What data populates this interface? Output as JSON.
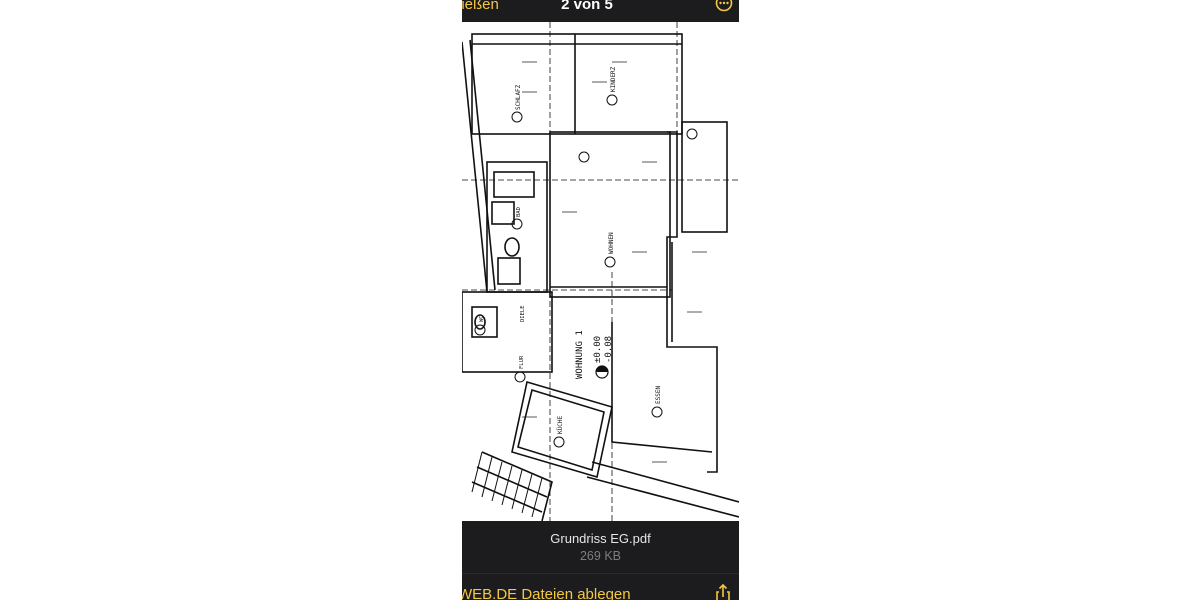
{
  "header": {
    "close_label": "ließen",
    "page_counter": "2 von 5",
    "more_icon": "ellipsis-circle-icon"
  },
  "document": {
    "type": "floor-plan",
    "room_labels": {
      "schlafz": "SCHLAFZ",
      "kinderz": "KINDERZ",
      "wohnen": "WOHNEN",
      "bad": "BAD",
      "wc": "WC",
      "diele": "DIELE",
      "flur": "FLUR",
      "essen": "ESSEN",
      "kueche": "KÜCHE"
    },
    "unit_label": "WOHNUNG 1",
    "level_plus": "±0.00",
    "level_minus": "-0.08"
  },
  "file": {
    "name": "Grundriss EG.pdf",
    "size": "269 KB"
  },
  "footer": {
    "save_label": "WEB.DE Dateien ablegen",
    "share_icon": "share-icon"
  },
  "colors": {
    "accent": "#f5c842",
    "bar_bg": "#1c1c1e",
    "muted_text": "#7d7d80"
  }
}
